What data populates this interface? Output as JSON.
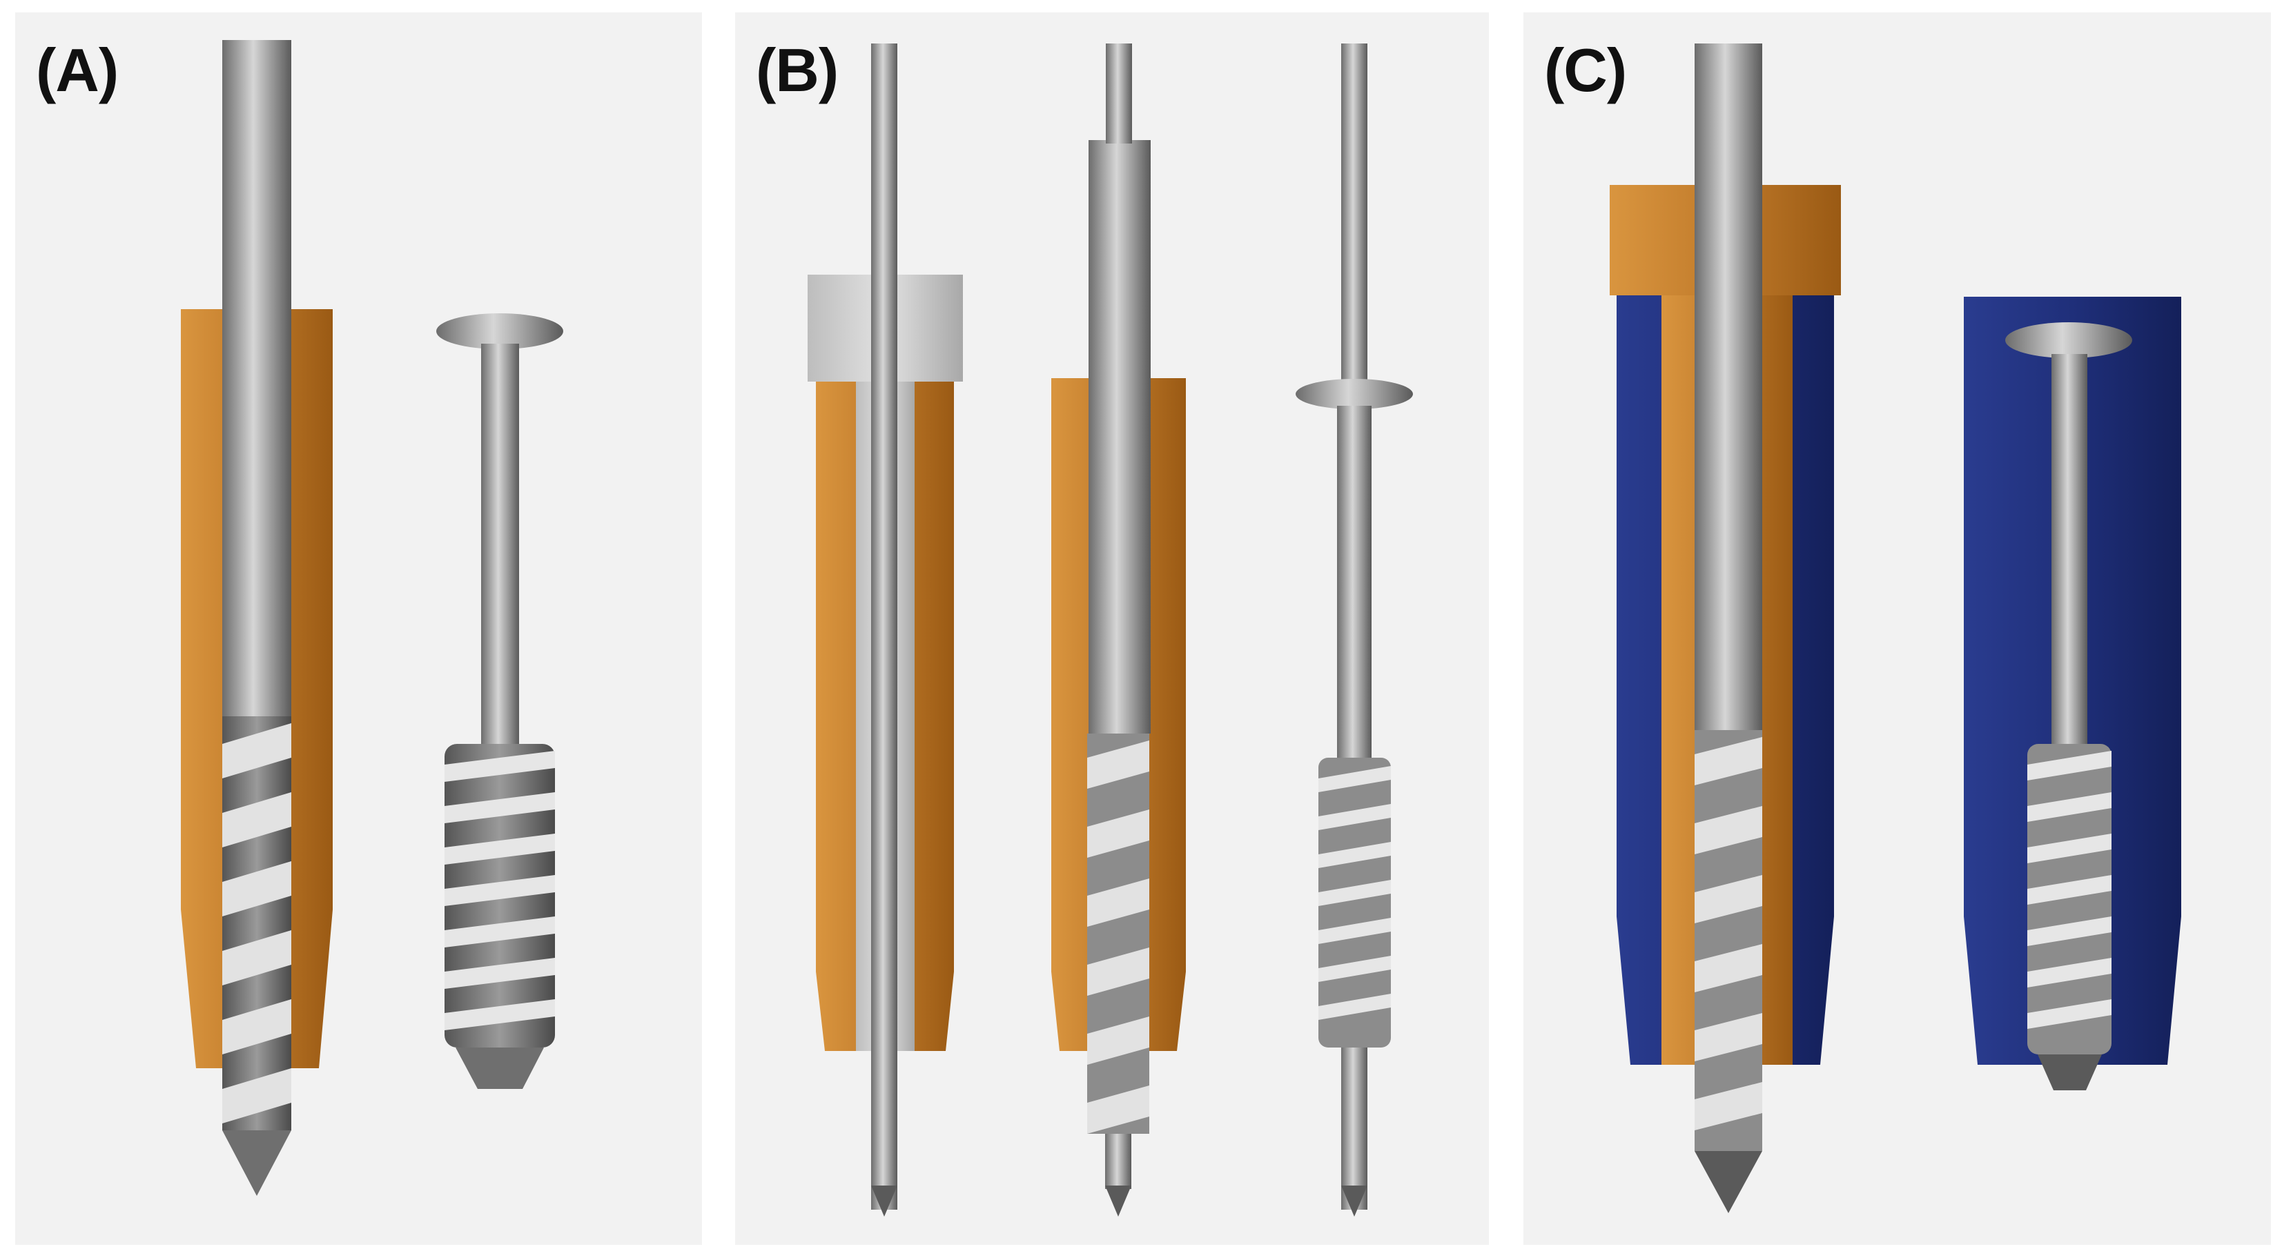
{
  "panels": [
    {
      "label": "(A)"
    },
    {
      "label": "(B)"
    },
    {
      "label": "(C)"
    }
  ],
  "colors": {
    "background": "#f2f2f2",
    "sleeve_orange": "#c07a2a",
    "sleeve_blue": "#1f2f7a",
    "steel": "#8a8a8a",
    "collar_gray": "#c8c8c8",
    "collar_orange": "#c0721f"
  },
  "objects": {
    "A": [
      "drill-bit",
      "orange-sleeve",
      "cortical-screw"
    ],
    "B": [
      "guide-wire-with-gray-collar",
      "stepped-drill-in-orange-sleeve",
      "screw-on-guide-wire"
    ],
    "C": [
      "drill-bit-with-orange-collar",
      "blue-sleeve",
      "screw-in-blue-sleeve"
    ]
  }
}
